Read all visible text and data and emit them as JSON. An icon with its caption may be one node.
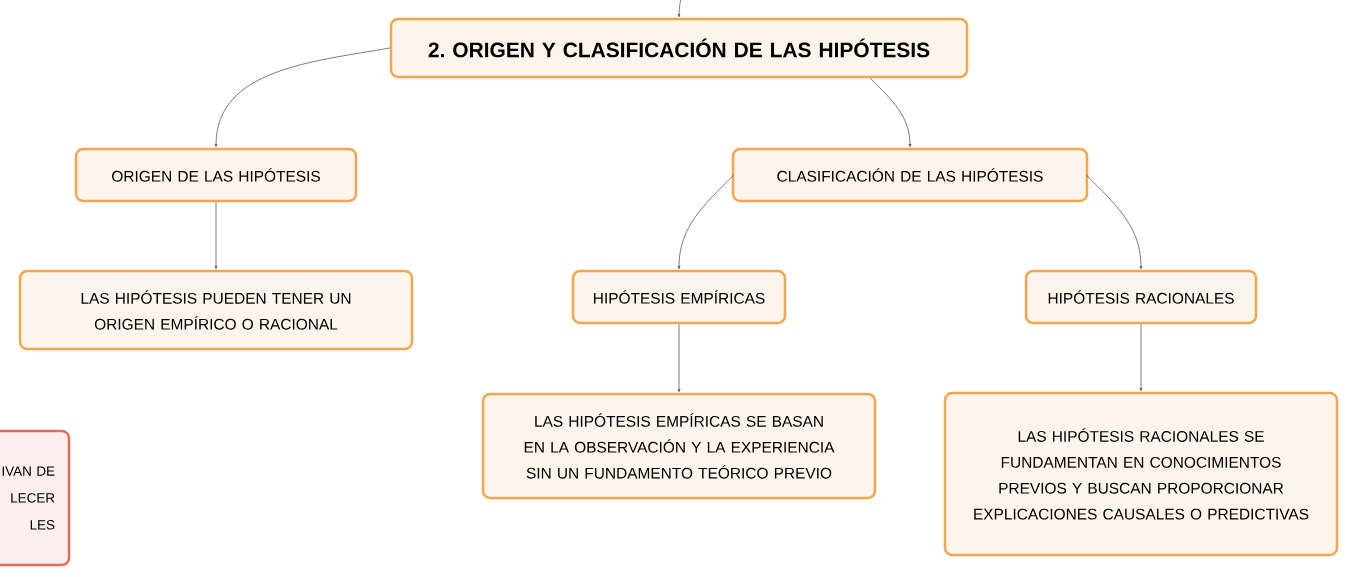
{
  "diagram": {
    "nodes": [
      {
        "text": [
          "2. ORIGEN Y CLASIFICACIÓN DE LAS HIPÓTESIS"
        ]
      },
      {
        "text": [
          "ORIGEN DE LAS HIPÓTESIS"
        ]
      },
      {
        "text": [
          "LAS HIPÓTESIS PUEDEN TENER UN ORIGEN EMPÍRICO O RACIONAL"
        ]
      },
      {
        "text": [
          "CLASIFICACIÓN DE LAS HIPÓTESIS"
        ]
      },
      {
        "text": [
          "HIPÓTESIS EMPÍRICAS"
        ]
      },
      {
        "text": [
          "HIPÓTESIS RACIONALES"
        ]
      },
      {
        "text": [
          "LAS HIPÓTESIS EMPÍRICAS SE BASAN EN LA OBSERVACIÓN Y LA EXPERIENCIA SIN UN FUNDAMENTO TEÓRICO PREVIO"
        ]
      },
      {
        "text": [
          "LAS HIPÓTESIS RACIONALES SE FUNDAMENTAN EN CONOCIMIENTOS PREVIOS Y BUSCAN PROPORCIONAR EXPLICACIONES CAUSALES O PREDICTIVAS"
        ]
      },
      {
        "text": [
          "IVAN DE LECER LES"
        ]
      }
    ],
    "edges": [
      {
        "from": null,
        "to": 0,
        "arrow": "to"
      },
      {
        "from": 0,
        "to": 1,
        "arrow": "to"
      },
      {
        "from": 0,
        "to": 3,
        "arrow": "to"
      },
      {
        "from": 1,
        "to": 2,
        "arrow": "to"
      },
      {
        "from": 3,
        "to": 4,
        "arrow": "to"
      },
      {
        "from": 3,
        "to": 5,
        "arrow": "to"
      },
      {
        "from": 4,
        "to": 6,
        "arrow": "to"
      },
      {
        "from": 5,
        "to": 7,
        "arrow": "to"
      }
    ]
  }
}
